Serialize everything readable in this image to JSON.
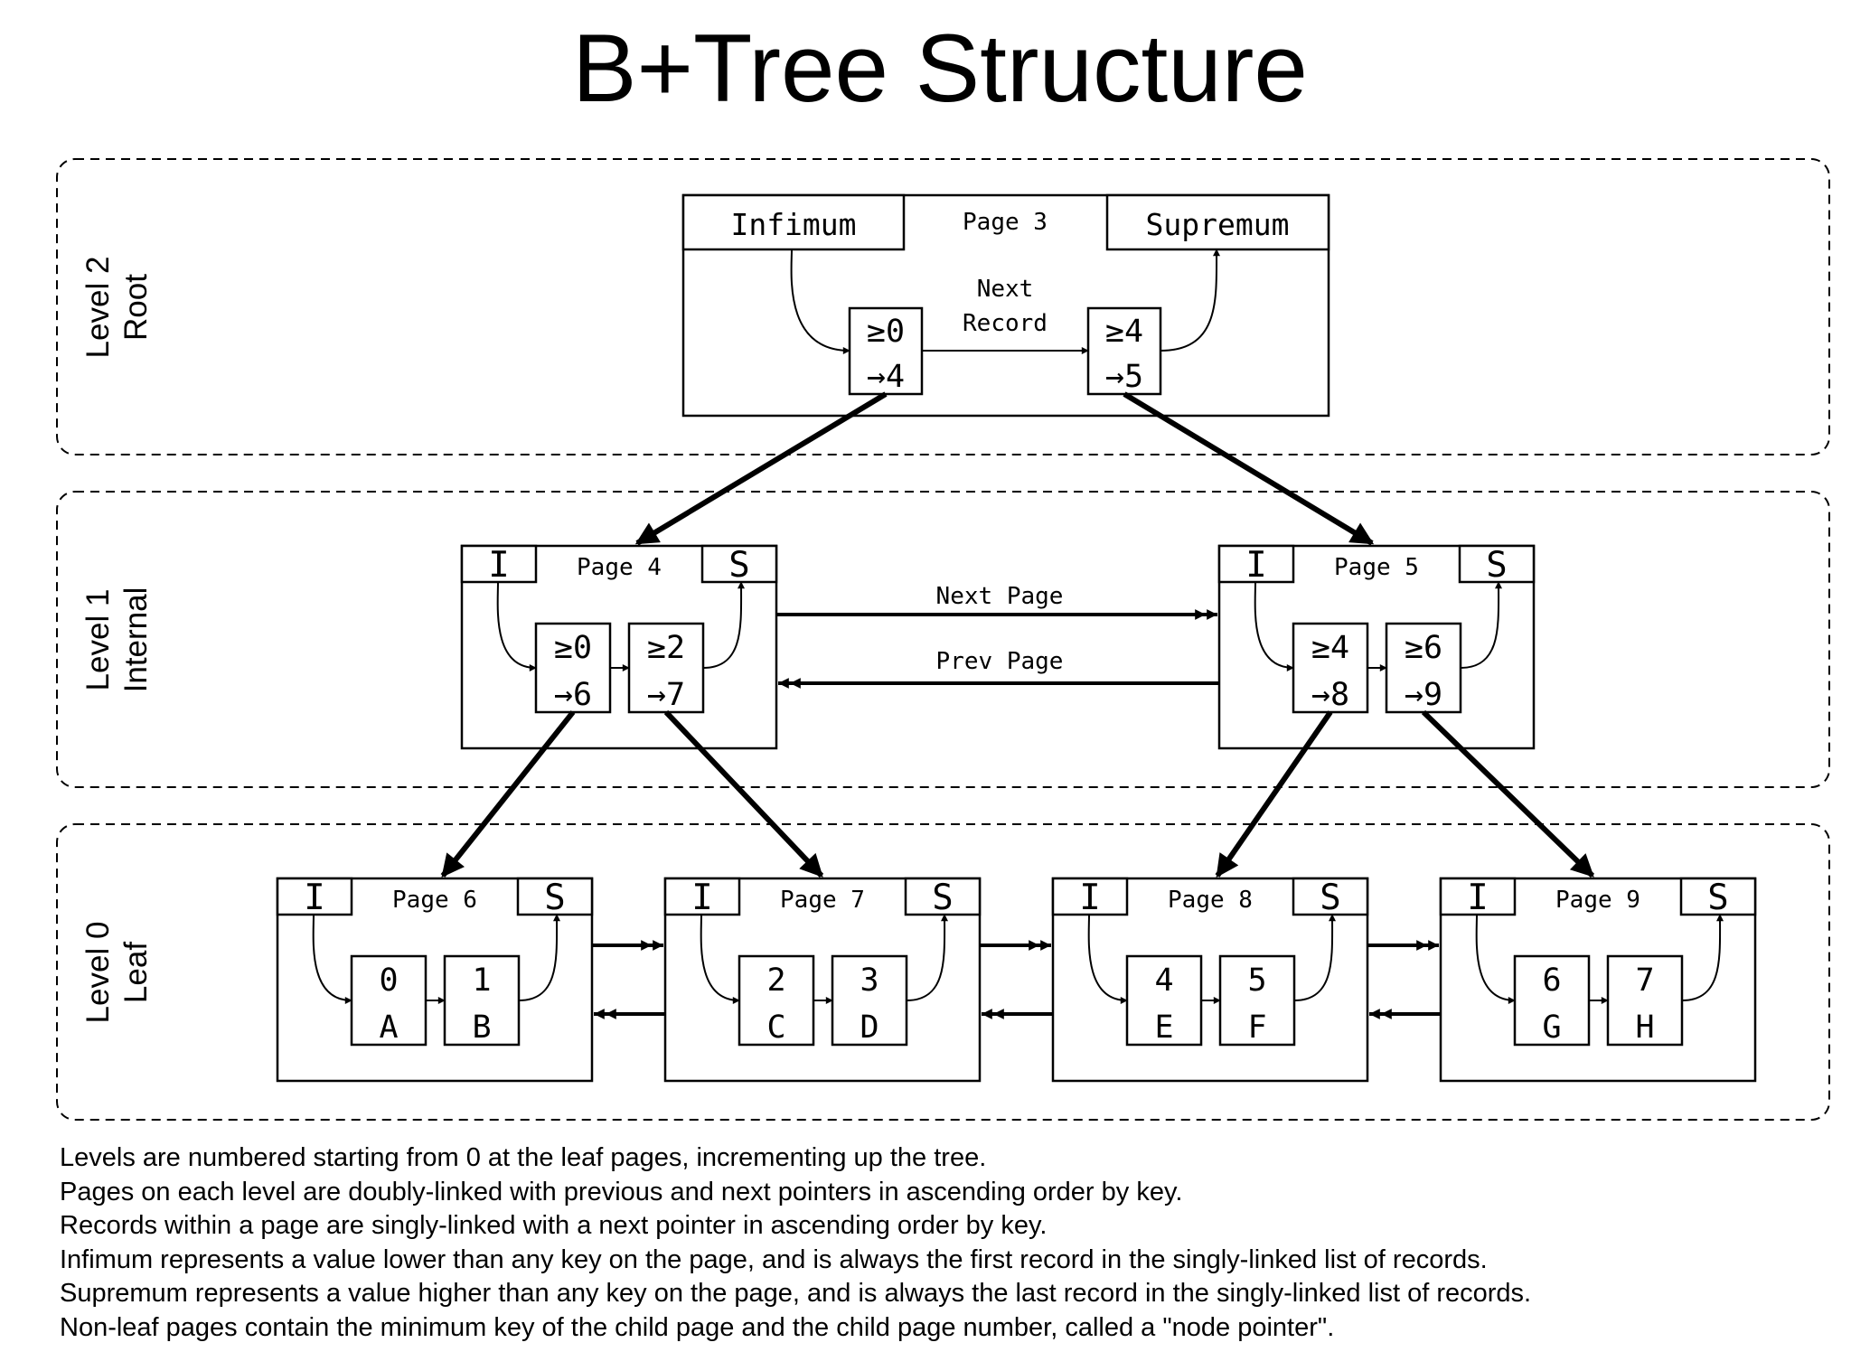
{
  "title": "B+Tree Structure",
  "levels": [
    {
      "line1": "Level 2",
      "line2": "Root"
    },
    {
      "line1": "Level 1",
      "line2": "Internal"
    },
    {
      "line1": "Level 0",
      "line2": "Leaf"
    }
  ],
  "root": {
    "page": "Page 3",
    "infimum": "Infimum",
    "supremum": "Supremum",
    "next_record_line1": "Next",
    "next_record_line2": "Record",
    "records": [
      {
        "key": "≥0",
        "child": "→4"
      },
      {
        "key": "≥4",
        "child": "→5"
      }
    ]
  },
  "internal": {
    "next_page": "Next Page",
    "prev_page": "Prev Page",
    "pages": [
      {
        "page": "Page 4",
        "infimum": "I",
        "supremum": "S",
        "records": [
          {
            "key": "≥0",
            "child": "→6"
          },
          {
            "key": "≥2",
            "child": "→7"
          }
        ]
      },
      {
        "page": "Page 5",
        "infimum": "I",
        "supremum": "S",
        "records": [
          {
            "key": "≥4",
            "child": "→8"
          },
          {
            "key": "≥6",
            "child": "→9"
          }
        ]
      }
    ]
  },
  "leaf": {
    "pages": [
      {
        "page": "Page 6",
        "infimum": "I",
        "supremum": "S",
        "records": [
          {
            "key": "0",
            "value": "A"
          },
          {
            "key": "1",
            "value": "B"
          }
        ]
      },
      {
        "page": "Page 7",
        "infimum": "I",
        "supremum": "S",
        "records": [
          {
            "key": "2",
            "value": "C"
          },
          {
            "key": "3",
            "value": "D"
          }
        ]
      },
      {
        "page": "Page 8",
        "infimum": "I",
        "supremum": "S",
        "records": [
          {
            "key": "4",
            "value": "E"
          },
          {
            "key": "5",
            "value": "F"
          }
        ]
      },
      {
        "page": "Page 9",
        "infimum": "I",
        "supremum": "S",
        "records": [
          {
            "key": "6",
            "value": "G"
          },
          {
            "key": "7",
            "value": "H"
          }
        ]
      }
    ]
  },
  "notes": [
    "Levels are numbered starting from 0 at the leaf pages, incrementing up the tree.",
    "Pages on each level are doubly-linked with previous and next pointers in ascending order by key.",
    "Records within a page are singly-linked with a next pointer in ascending order by key.",
    "Infimum represents a value lower than any key on the page, and is always the first record in the singly-linked list of records.",
    "Supremum represents a value higher than any key on the page, and is always the last record in the singly-linked list of records.",
    "Non-leaf pages contain the minimum key of the child page and the child page number, called a \"node pointer\"."
  ]
}
